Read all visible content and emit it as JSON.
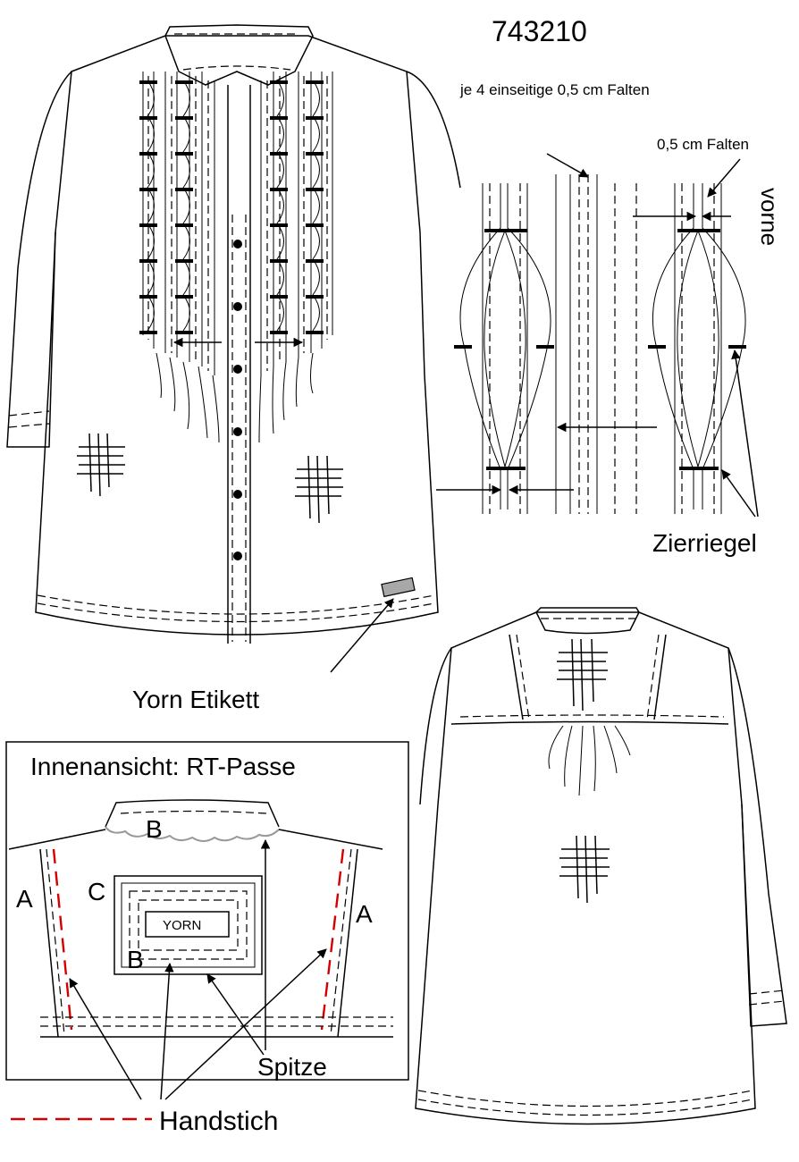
{
  "title": "743210",
  "pleat_note": "je 4 einseitige 0,5 cm Falten",
  "fold_note": "0,5 cm Falten",
  "front_label": "vorne",
  "bartack_label": "Zierriegel",
  "label_callout": "Yorn Etikett",
  "inside_view": {
    "heading": "Innenansicht: RT-Passe",
    "mark_a": "A",
    "mark_b": "B",
    "mark_c": "C",
    "brand_label": "YORN",
    "lace_label": "Spitze",
    "handstitch_label": "Handstich"
  },
  "colors": {
    "line": "#000000",
    "hand_stitch": "#d40000",
    "label_patch": "#a8a8a8"
  }
}
